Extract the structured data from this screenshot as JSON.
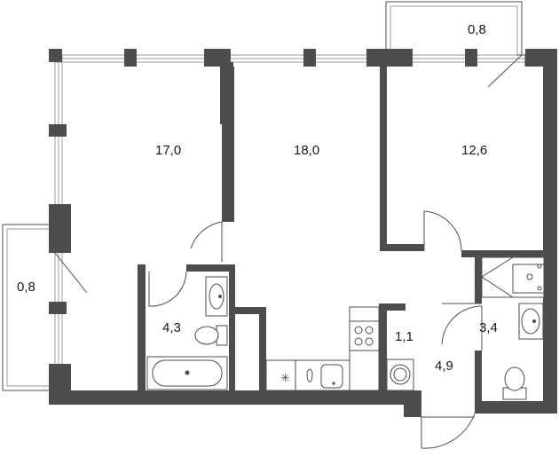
{
  "rooms": [
    {
      "id": "room-1",
      "area": "17,0"
    },
    {
      "id": "room-2",
      "area": "18,0"
    },
    {
      "id": "room-3",
      "area": "12,6"
    },
    {
      "id": "balcony-top",
      "area": "0,8"
    },
    {
      "id": "balcony-left",
      "area": "0,8"
    },
    {
      "id": "bathroom",
      "area": "4,3"
    },
    {
      "id": "storage",
      "area": "1,1"
    },
    {
      "id": "hallway",
      "area": "4,9"
    },
    {
      "id": "wc",
      "area": "3,4"
    }
  ],
  "colors": {
    "wall": "#4d4d4d",
    "window": "#9a9a9a",
    "fixture_line": "#4d4d4d"
  }
}
